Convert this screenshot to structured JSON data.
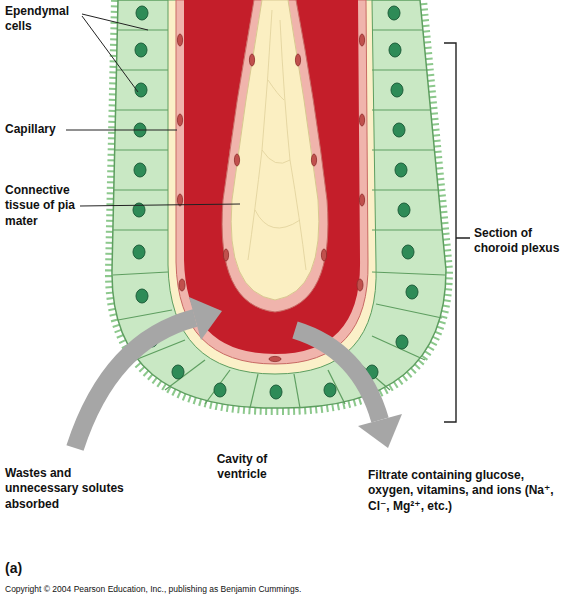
{
  "diagram": {
    "labels": [
      "Ependymal cells",
      "Capillary",
      "Connective tissue of pia mater",
      "Section of choroid plexus",
      "Cavity of ventricle",
      "Wastes and unnecessary solutes absorbed",
      "Filtrate containing glucose, oxygen, vitamins, and ions (Na⁺, Cl⁻, Mg²⁺, etc.)",
      "(a)",
      "Copyright © 2004 Pearson Education, Inc., publishing as Benjamin Cummings."
    ]
  }
}
